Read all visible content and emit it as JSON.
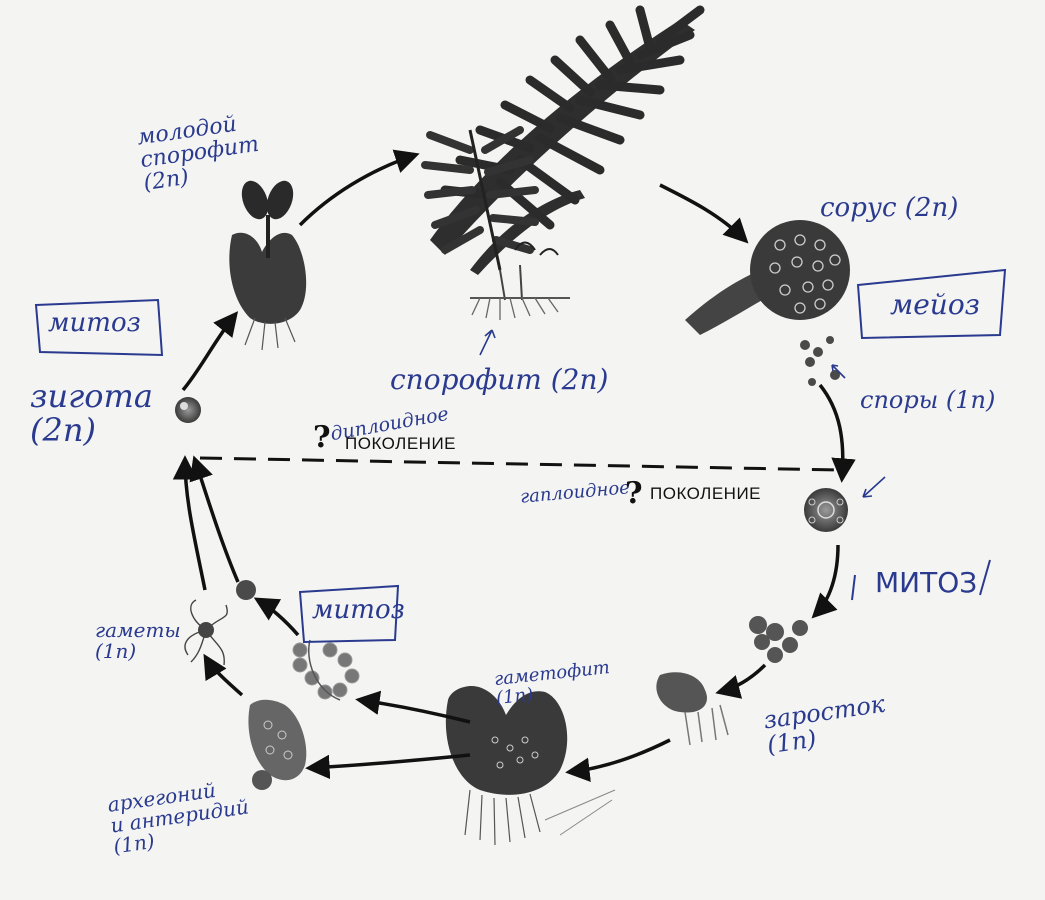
{
  "labels": {
    "young_sporophyte": "молодой\nспорофит\n(2n)",
    "sorus": "сорус (2n)",
    "meiosis_box": "мейоз",
    "spores": "споры (1n)",
    "mitosis_right": "МИТОЗ",
    "sporophyte": "спорофит (2n)",
    "diploid": "диплоидное",
    "diploid_generation": "ПОКОЛЕНИЕ",
    "haploid": "гаплоидное",
    "haploid_generation": "ПОКОЛЕНИЕ",
    "question_mark": "?",
    "mitosis_left": "митоз",
    "zygote": "зигота\n(2n)",
    "gametes": "гаметы\n(1n)",
    "mitosis_middle": "митоз",
    "gametophyte": "гаметофит\n(1n)",
    "prothallus": "заросток\n(1n)",
    "archegonia": "архегоний\nи антеридий\n(1n)"
  },
  "colors": {
    "ink": "#2a3a8f",
    "print": "#111111",
    "stage": "#3a3a3a"
  }
}
